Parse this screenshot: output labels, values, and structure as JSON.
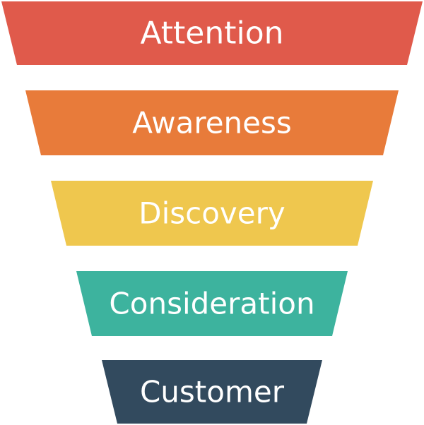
{
  "funnel": {
    "stages": [
      {
        "label": "Attention",
        "color": "#e05a4b"
      },
      {
        "label": "Awareness",
        "color": "#e87b3a"
      },
      {
        "label": "Discovery",
        "color": "#efc74e"
      },
      {
        "label": "Consideration",
        "color": "#3db39e"
      },
      {
        "label": "Customer",
        "color": "#324a5e"
      }
    ]
  }
}
